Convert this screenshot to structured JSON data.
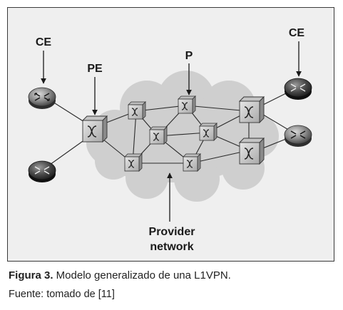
{
  "diagram": {
    "labels": {
      "ce_left": "CE",
      "ce_right": "CE",
      "pe": "PE",
      "p": "P",
      "provider_line1": "Provider",
      "provider_line2": "network"
    }
  },
  "caption": {
    "figure_label": "Figura 3.",
    "figure_text": " Modelo generalizado de una L1VPN.",
    "source": "Fuente: tomado de [11]"
  }
}
